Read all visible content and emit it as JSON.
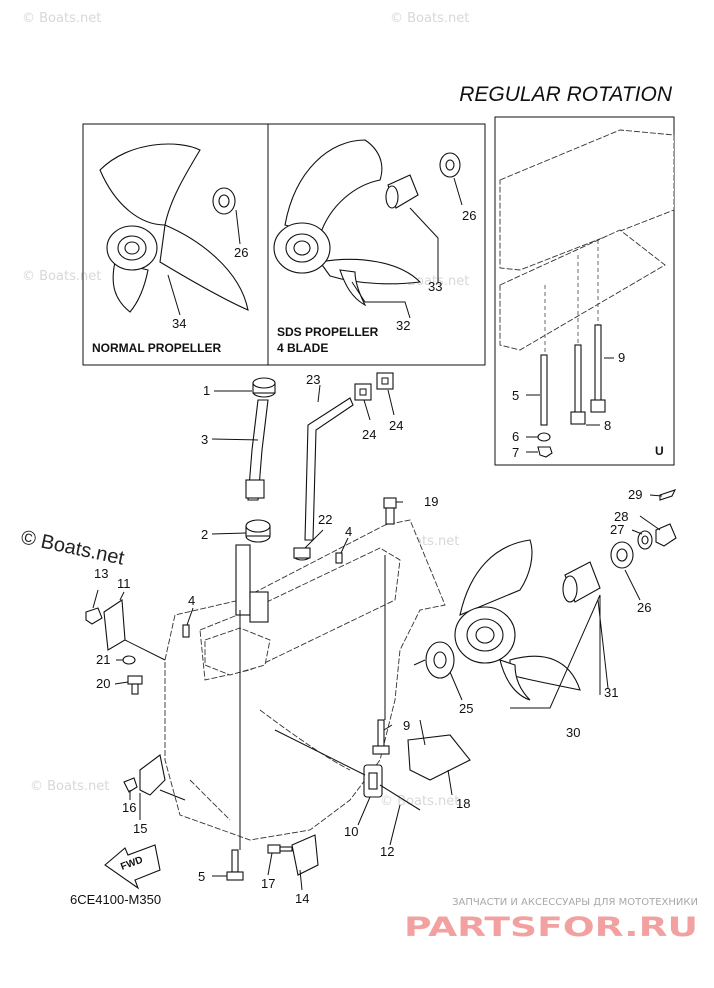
{
  "watermark": {
    "text": "© Boats.net",
    "large_text": "© Boats.net"
  },
  "heading": {
    "title": "REGULAR ROTATION"
  },
  "panels": {
    "normal_label": "NORMAL PROPELLER",
    "sds_label_1": "SDS PROPELLER",
    "sds_label_2": "4 BLADE",
    "inset_letter": "U"
  },
  "diagram_code": "6CE4100-M350",
  "fwd_label": "FWD",
  "brand": {
    "tagline": "ЗАПЧАСТИ И АКСЕССУАРЫ ДЛЯ МОТОТЕХНИКИ",
    "name": "PARTSFOR.RU",
    "color": "#f2a0a0"
  },
  "callouts": {
    "c1": "1",
    "c2": "2",
    "c3": "3",
    "c4a": "4",
    "c4b": "4",
    "c5a": "5",
    "c5b": "5",
    "c6": "6",
    "c7": "7",
    "c8": "8",
    "c9a": "9",
    "c9b": "9",
    "c10": "10",
    "c11": "11",
    "c12": "12",
    "c13": "13",
    "c14": "14",
    "c15": "15",
    "c16": "16",
    "c17": "17",
    "c18": "18",
    "c19": "19",
    "c20": "20",
    "c21": "21",
    "c22": "22",
    "c23": "23",
    "c24a": "24",
    "c24b": "24",
    "c25": "25",
    "c26a": "26",
    "c26b": "26",
    "c26c": "26",
    "c27": "27",
    "c28": "28",
    "c29": "29",
    "c30": "30",
    "c31": "31",
    "c32": "32",
    "c33": "33",
    "c34": "34"
  }
}
